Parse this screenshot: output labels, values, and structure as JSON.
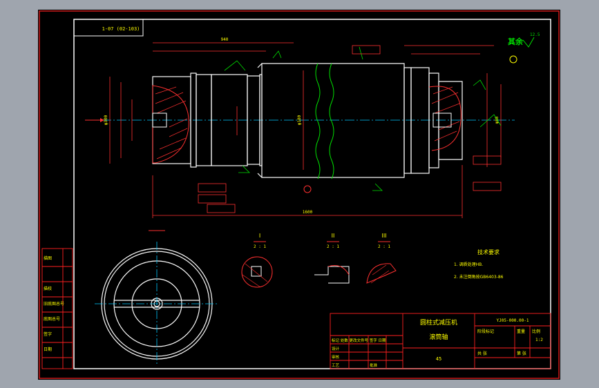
{
  "corner_note": "1-07 (02-103)",
  "roughness_label": "其余",
  "roughness_value": "12.5",
  "section_marks": [
    {
      "id": "section-mark-I",
      "letter": "I",
      "scale": "2 : 1"
    },
    {
      "id": "section-mark-II",
      "letter": "II",
      "scale": "2 : 1"
    },
    {
      "id": "section-mark-III",
      "letter": "III",
      "scale": "2 : 1"
    }
  ],
  "tech_requirements": {
    "heading": "技术要求",
    "items": [
      "1. 调质处理HB.",
      "2. 未注倒角按GB6403-86"
    ]
  },
  "left_strip": [
    "描图",
    "描校",
    "旧底图总号",
    "底图总号",
    "签字",
    "日期"
  ],
  "title_block": {
    "title_line1": "圆柱式减压机",
    "title_line2": "滚筒轴",
    "drawing_no": "YJ05-000.00-1",
    "material": "45",
    "stage_label": "阶段标记",
    "weight_label": "重量",
    "scale_label": "比例",
    "scale_value": "1:2",
    "sheet_label": "共  张",
    "sheet_of": "第  张",
    "rows": [
      "标记 处数 更改文件号 签字 日期",
      "设计",
      "审核",
      "工艺",
      "批准"
    ]
  },
  "dimensions": [
    "1600",
    "940",
    "φ300",
    "φ180",
    "φ80"
  ],
  "colors": {
    "frame": "#ff2020",
    "geometry": "#ffffff",
    "dimension": "#ff3030",
    "annotation": "#00e000",
    "text": "#ffff00",
    "centerline": "#00c8ff"
  }
}
